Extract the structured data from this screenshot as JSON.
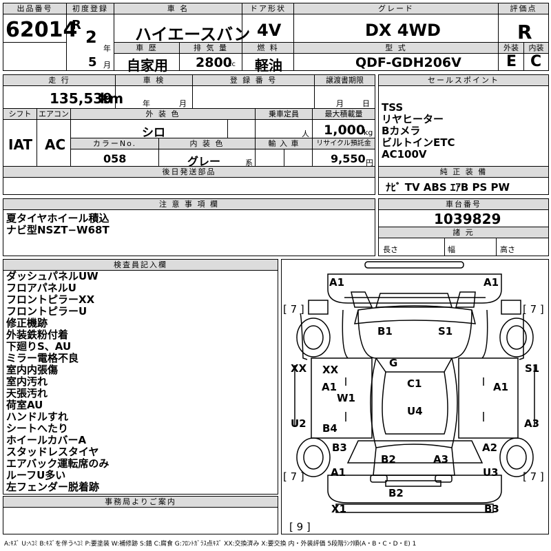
{
  "header": {
    "lot_label": "出品番号",
    "lot_number": "62014",
    "first_reg_label": "初度登録",
    "era": "R",
    "year": "2",
    "year_unit": "年",
    "month": "5",
    "month_unit": "月",
    "car_name_label": "車 名",
    "car_name": "ハイエースバン",
    "door_label": "ドア形状",
    "door": "4V",
    "grade_label": "グレード",
    "grade": "DX 4WD",
    "score_label": "評価点",
    "score": "R",
    "history_label": "車 歴",
    "history": "自家用",
    "displacement_label": "排 気 量",
    "displacement": "2800",
    "displacement_unit": "cc",
    "fuel_label": "燃 料",
    "fuel": "軽油",
    "model_label": "型 式",
    "model": "QDF-GDH206V",
    "ext_label": "外装",
    "ext": "E",
    "int_label": "内装",
    "int": "C"
  },
  "row2": {
    "mileage_label": "走 行",
    "mileage": "135,539",
    "mileage_unit": "km",
    "inspection_label": "車 検",
    "insp_year": "年",
    "insp_month": "月",
    "reg_label": "登 録 番 号",
    "transfer_label": "譲渡書期限",
    "transfer_month": "月",
    "transfer_day": "日",
    "shift_label": "シフト",
    "shift": "IAT",
    "ac_label": "エアコン",
    "ac": "AC",
    "ext_color_label": "外 装 色",
    "ext_color": "シロ",
    "capacity_label": "乗車定員",
    "capacity_unit": "人",
    "load_label": "最大積載量",
    "load": "1,000",
    "load_unit": "kg",
    "color_no_label": "カラーNo.",
    "color_no": "058",
    "int_color_label": "内 装 色",
    "int_color": "グレー",
    "int_color_suffix": "系",
    "import_label": "輸 入 車",
    "recycle_label": "リサイクル預託金",
    "recycle": "9,550",
    "recycle_unit": "円",
    "later_label": "後日発送部品"
  },
  "sales": {
    "label": "セールスポイント",
    "items": [
      "TSS",
      "リヤヒーター",
      "Bカメラ",
      "ビルトインETC",
      "AC100V"
    ]
  },
  "equipment": {
    "label": "純 正 装 備",
    "value": "ﾅﾋﾞ TV ABS ｴｱB PS PW"
  },
  "notes": {
    "label": "注 意 事 項 欄",
    "lines": [
      "夏タイヤホイール積込",
      "ナビ型NSZT−W68T"
    ]
  },
  "chassis": {
    "label": "車台番号",
    "number": "1039829",
    "spec_label": "諸 元",
    "length": "長さ",
    "width": "幅",
    "height": "高さ"
  },
  "inspector": {
    "label": "検査員記入欄",
    "lines": [
      "ダッシュパネルUW",
      "フロアパネルU",
      "フロントピラーXX",
      "フロントピラーU",
      "修正機跡",
      "外装鉄粉付着",
      "下廻りS、AU",
      "ミラー電格不良",
      "室内内張傷",
      "室内汚れ",
      "天張汚れ",
      "荷室AU",
      "ハンドルすれ",
      "シートへたり",
      "ホイールカバーA",
      "スタッドレスタイヤ",
      "エアバック運転席のみ",
      "ルーフU多い",
      "左フェンダー脱着跡"
    ]
  },
  "office": {
    "label": "事務局よりご案内"
  },
  "legend": "A:ｷｽﾞ U:ﾍｺﾐ B:ｷｽﾞを伴うﾍｺﾐ P:要塗装 W:補修跡 S:錆 C:腐食 G:ﾌﾛﾝﾄｶﾞﾗｽ点ｷｽﾞ XX:交換済み X:要交換 内・外装評価 5段階ﾗﾝｸ順(A・B・C・D・E) 1",
  "diagram": {
    "a1_tl": "A1",
    "a1_tr": "A1",
    "br7_tl": "[ 7 ]",
    "br7_tr": "[ 7 ]",
    "br7_bl": "[ 7 ]",
    "br7_br": "[ 7 ]",
    "br9": "[ 9 ]",
    "b1": "B1",
    "s1_top": "S1",
    "g": "G",
    "xx_left": "XX",
    "xx_inner": "XX",
    "s1_right": "S1",
    "a1_left": "A1",
    "c1": "C1",
    "a1_right": "A1",
    "w1": "W1",
    "u4": "U4",
    "u2": "U2",
    "a3_right": "A3",
    "b4": "B4",
    "b3_left": "B3",
    "a2": "A2",
    "b2_mid": "B2",
    "a3_mid": "A3",
    "a1_bottom": "A1",
    "u3": "U3",
    "b2_bottom": "B2",
    "x1": "X1",
    "b3_bottom": "B3"
  }
}
